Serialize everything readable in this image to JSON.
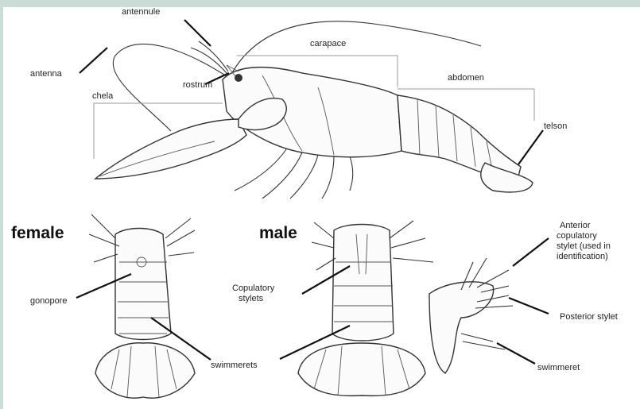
{
  "labels": {
    "antennule": "antennule",
    "carapace": "carapace",
    "antenna": "antenna",
    "rostrum": "rostrum",
    "abdomen": "abdomen",
    "chela": "chela",
    "telson": "telson",
    "female": "female",
    "male": "male",
    "gonopore": "gonopore",
    "swimmerets": "swimmerets",
    "copulatory_stylets_line1": "Copulatory",
    "copulatory_stylets_line2": "stylets",
    "anterior_stylet_line1": "Anterior",
    "anterior_stylet_line2": "copulatory",
    "anterior_stylet_line3": "stylet (used in",
    "anterior_stylet_line4": "identification)",
    "posterior_stylet": "Posterior stylet",
    "swimmeret": "swimmeret"
  }
}
